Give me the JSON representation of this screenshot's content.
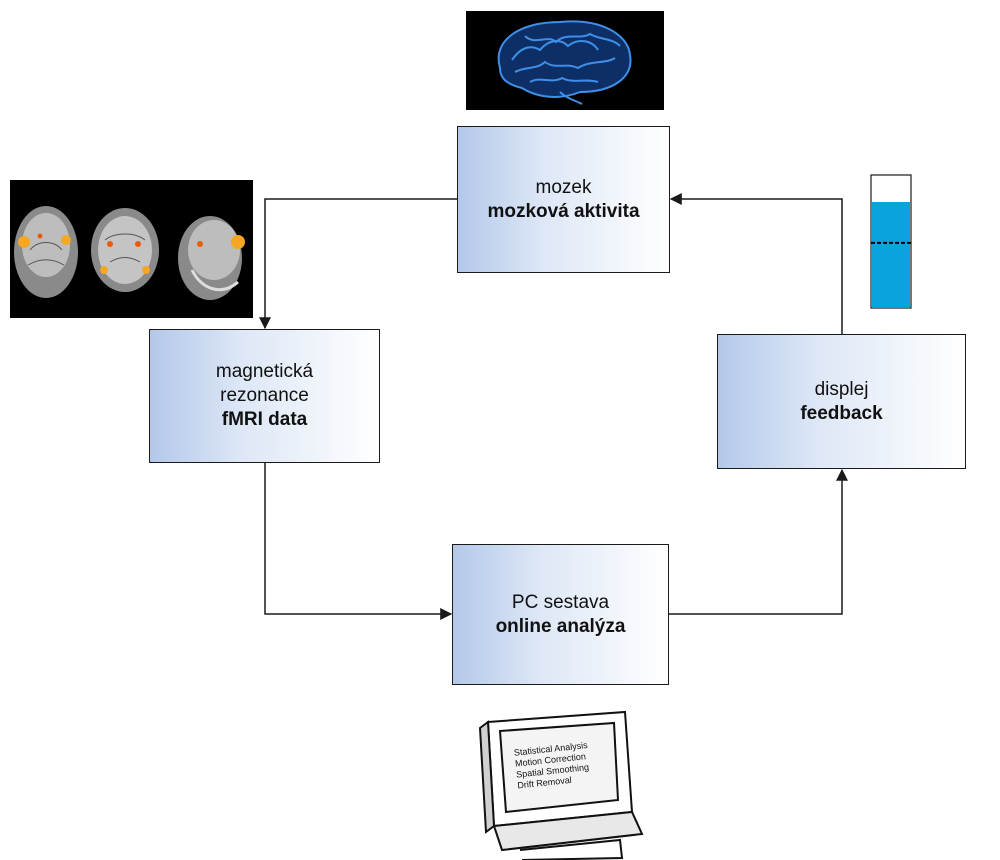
{
  "nodes": {
    "brain": {
      "line1": "mozek",
      "line2": "mozková aktivita"
    },
    "mri": {
      "line1": "magnetická",
      "line2": "rezonance",
      "line3": "fMRI data"
    },
    "pc": {
      "line1": "PC sestava",
      "line2": "online analýza"
    },
    "display": {
      "line1": "displej",
      "line2": "feedback"
    }
  },
  "monitor_screen": {
    "lines": [
      "Statistical Analysis",
      "Motion Correction",
      "Spatial Smoothing",
      "Drift Removal"
    ]
  },
  "feedback_bar": {
    "fill_fraction": 0.8,
    "threshold_fraction": 0.49,
    "color": "#0aa3de"
  },
  "colors": {
    "box_gradient_start": "#b3c8ea",
    "box_gradient_end": "#ffffff",
    "arrow": "#1a1a1a"
  },
  "icons": [
    "brain-icon",
    "fmri-scan-icon",
    "computer-monitor-icon",
    "feedback-bar-icon"
  ]
}
